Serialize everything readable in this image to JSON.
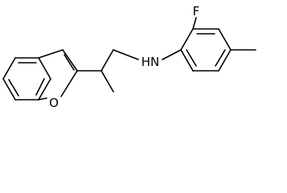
{
  "molecule": {
    "atoms": {
      "fluorine": "F",
      "amine": "HN",
      "oxygen": "O"
    }
  }
}
